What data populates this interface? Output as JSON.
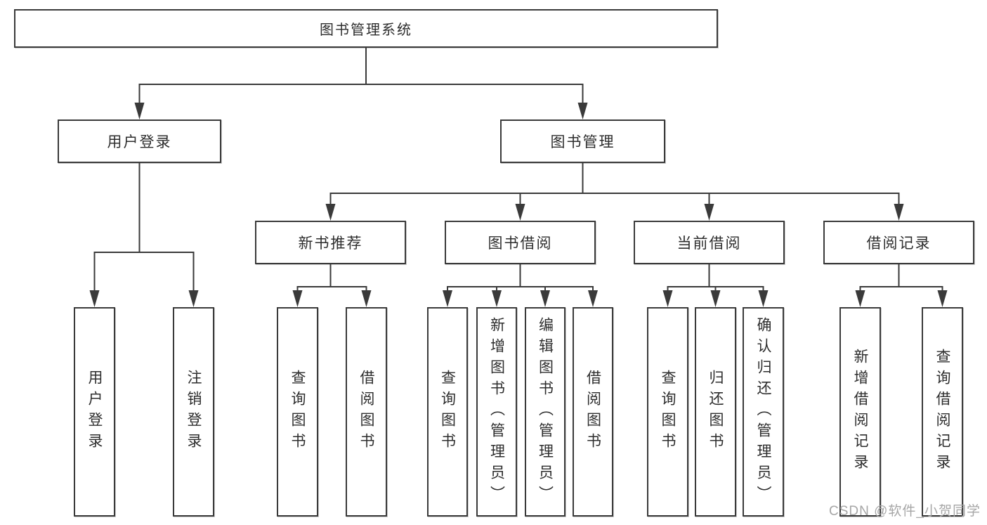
{
  "diagram_title": "图书管理系统",
  "tree": {
    "root": {
      "label": "图书管理系统",
      "children": [
        {
          "label": "用户登录",
          "children": [
            {
              "label": "用户登录"
            },
            {
              "label": "注销登录"
            }
          ]
        },
        {
          "label": "图书管理",
          "children": [
            {
              "label": "新书推荐",
              "children": [
                {
                  "label": "查询图书"
                },
                {
                  "label": "借阅图书"
                }
              ]
            },
            {
              "label": "图书借阅",
              "children": [
                {
                  "label": "查询图书"
                },
                {
                  "label": "新增图书（管理员）"
                },
                {
                  "label": "编辑图书（管理员）"
                },
                {
                  "label": "借阅图书"
                }
              ]
            },
            {
              "label": "当前借阅",
              "children": [
                {
                  "label": "查询图书"
                },
                {
                  "label": "归还图书"
                },
                {
                  "label": "确认归还（管理员）"
                }
              ]
            },
            {
              "label": "借阅记录",
              "children": [
                {
                  "label": "新增借阅记录"
                },
                {
                  "label": "查询借阅记录"
                }
              ]
            }
          ]
        }
      ]
    }
  },
  "watermark": {
    "text": "CSDN @软件_小贺同学"
  },
  "colors": {
    "line": "#3a3a3a",
    "box_border": "#3a3a3a",
    "text": "#2d2d2d",
    "watermark": "#a6a6a6",
    "background": "#ffffff"
  }
}
